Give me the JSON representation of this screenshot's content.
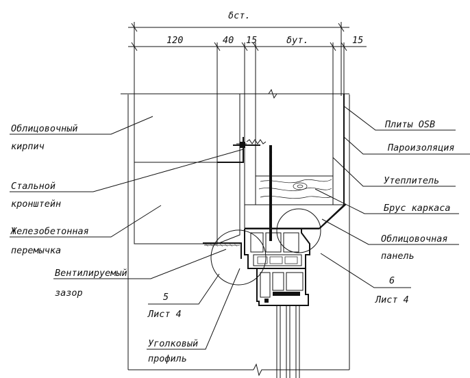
{
  "dimensions": {
    "total_label": "δст.",
    "brick": "120",
    "gap": "40",
    "osb_left": "15",
    "insulation_label": "δут.",
    "osb_right": "15"
  },
  "labels": {
    "facing_brick_1": "Облицовочный",
    "facing_brick_2": "кирпич",
    "steel_bracket_1": "Стальной",
    "steel_bracket_2": "кронштейн",
    "lintel_1": "Железобетонная",
    "lintel_2": "перемычка",
    "vent_gap_1": "Вентилируемый",
    "vent_gap_2": "зазор",
    "ref5_num": "5",
    "ref5_sheet": "Лист 4",
    "corner_profile_1": "Уголковый",
    "corner_profile_2": "профиль",
    "osb": "Плиты OSB",
    "vapor_barrier": "Пароизоляция",
    "insulation": "Утеплитель",
    "frame_beam": "Брус каркаса",
    "facing_panel_1": "Облицовочная",
    "facing_panel_2": "панель",
    "ref6_num": "6",
    "ref6_sheet": "Лист 4"
  },
  "colors": {
    "line": "#111111",
    "background": "#ffffff"
  }
}
